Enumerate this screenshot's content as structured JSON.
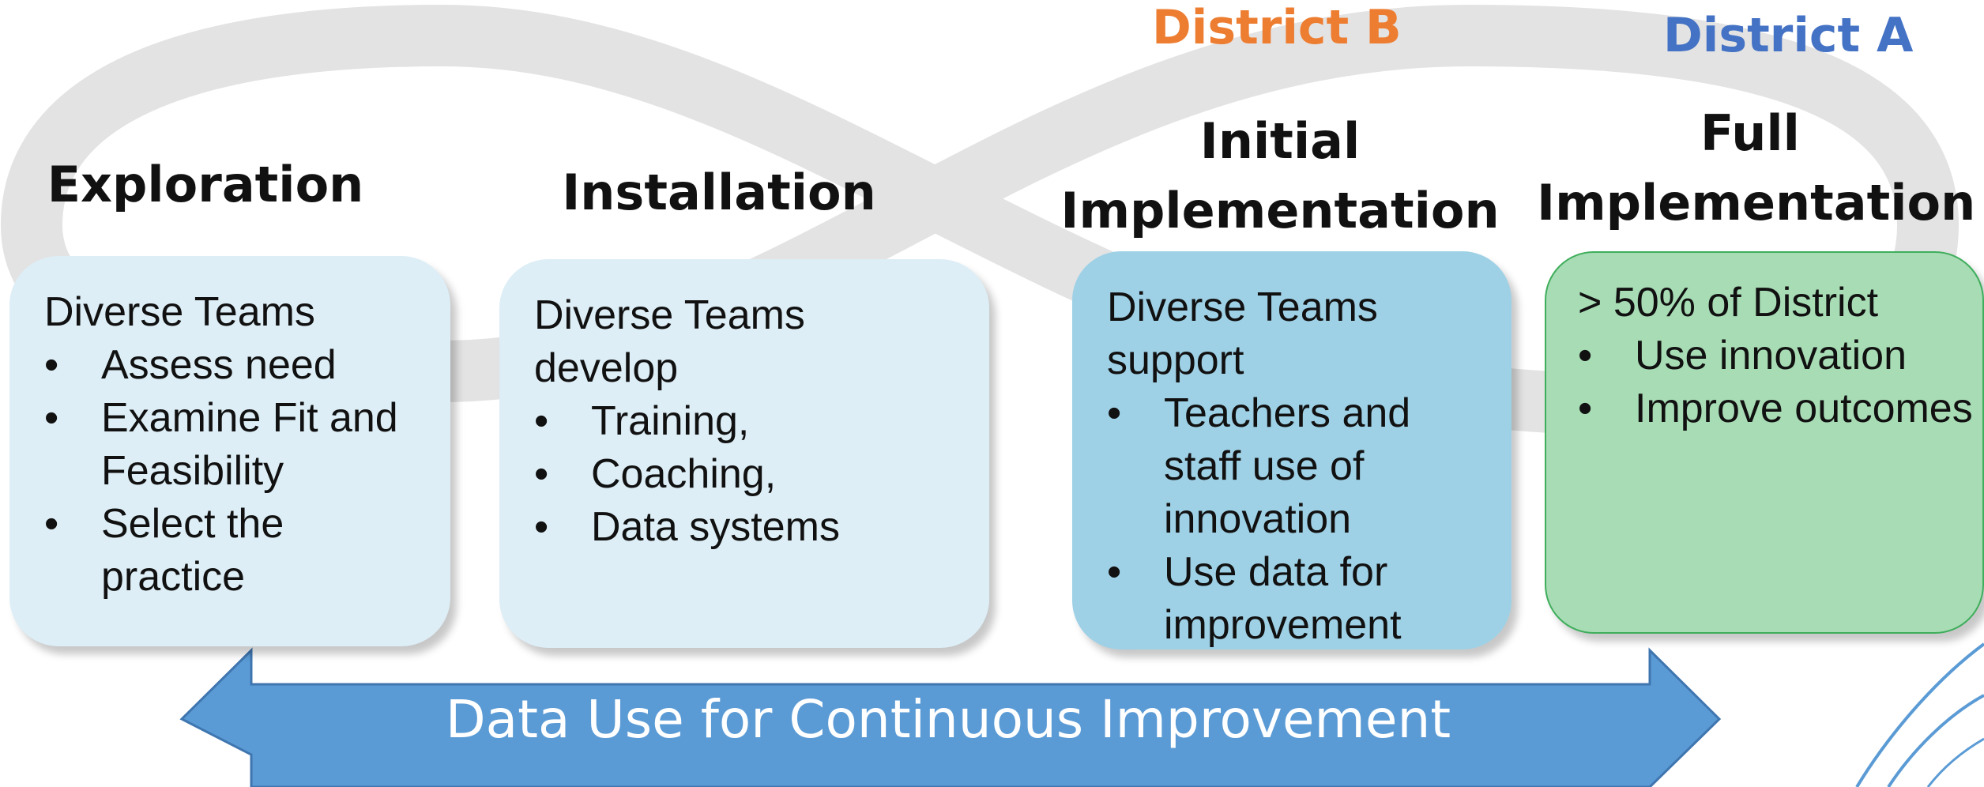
{
  "colors": {
    "loop": "#e3e3e3",
    "box_light": "#ddeef6",
    "box_mid": "#9fd1e6",
    "box_green": "#a8dcb5",
    "box_green_border": "#3fae5c",
    "arrow": "#5b9bd5",
    "district_a": "#4472c4",
    "district_b": "#ed7d31"
  },
  "districts": {
    "b": "District B",
    "a": "District A"
  },
  "stages": [
    {
      "title": "Exploration",
      "intro": "Diverse Teams",
      "bullets": [
        "Assess need",
        "Examine Fit and Feasibility",
        "Select the practice"
      ]
    },
    {
      "title": "Installation",
      "intro": "Diverse Teams develop",
      "bullets": [
        "Training,",
        "Coaching,",
        "Data systems"
      ]
    },
    {
      "title": "Initial Implementation",
      "intro": "Diverse Teams support",
      "bullets": [
        "Teachers and staff use of innovation",
        "Use data for improvement"
      ]
    },
    {
      "title": "Full Implementation",
      "intro": "> 50% of District",
      "bullets": [
        "Use innovation",
        "Improve outcomes"
      ]
    }
  ],
  "arrow": {
    "label": "Data Use for Continuous Improvement"
  }
}
